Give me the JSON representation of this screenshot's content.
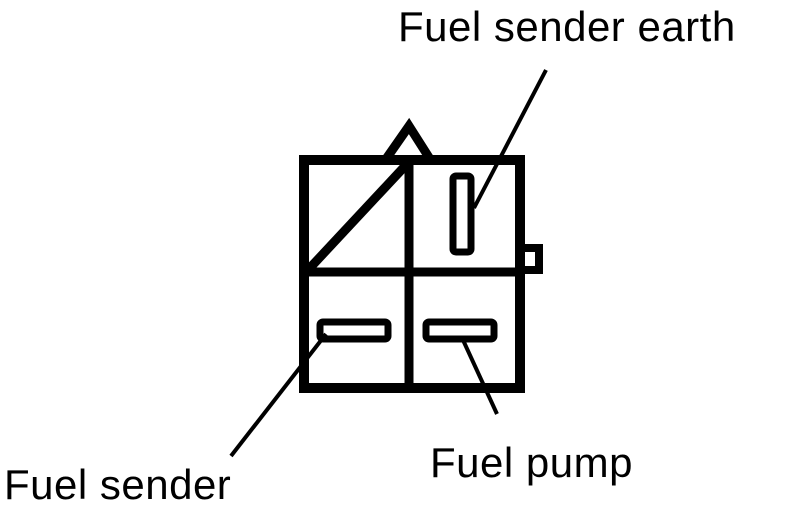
{
  "labels": {
    "fuel_sender_earth": "Fuel sender earth",
    "fuel_pump": "Fuel pump",
    "fuel_sender": "Fuel sender"
  },
  "colors": {
    "ink": "#000000",
    "background": "#ffffff"
  }
}
